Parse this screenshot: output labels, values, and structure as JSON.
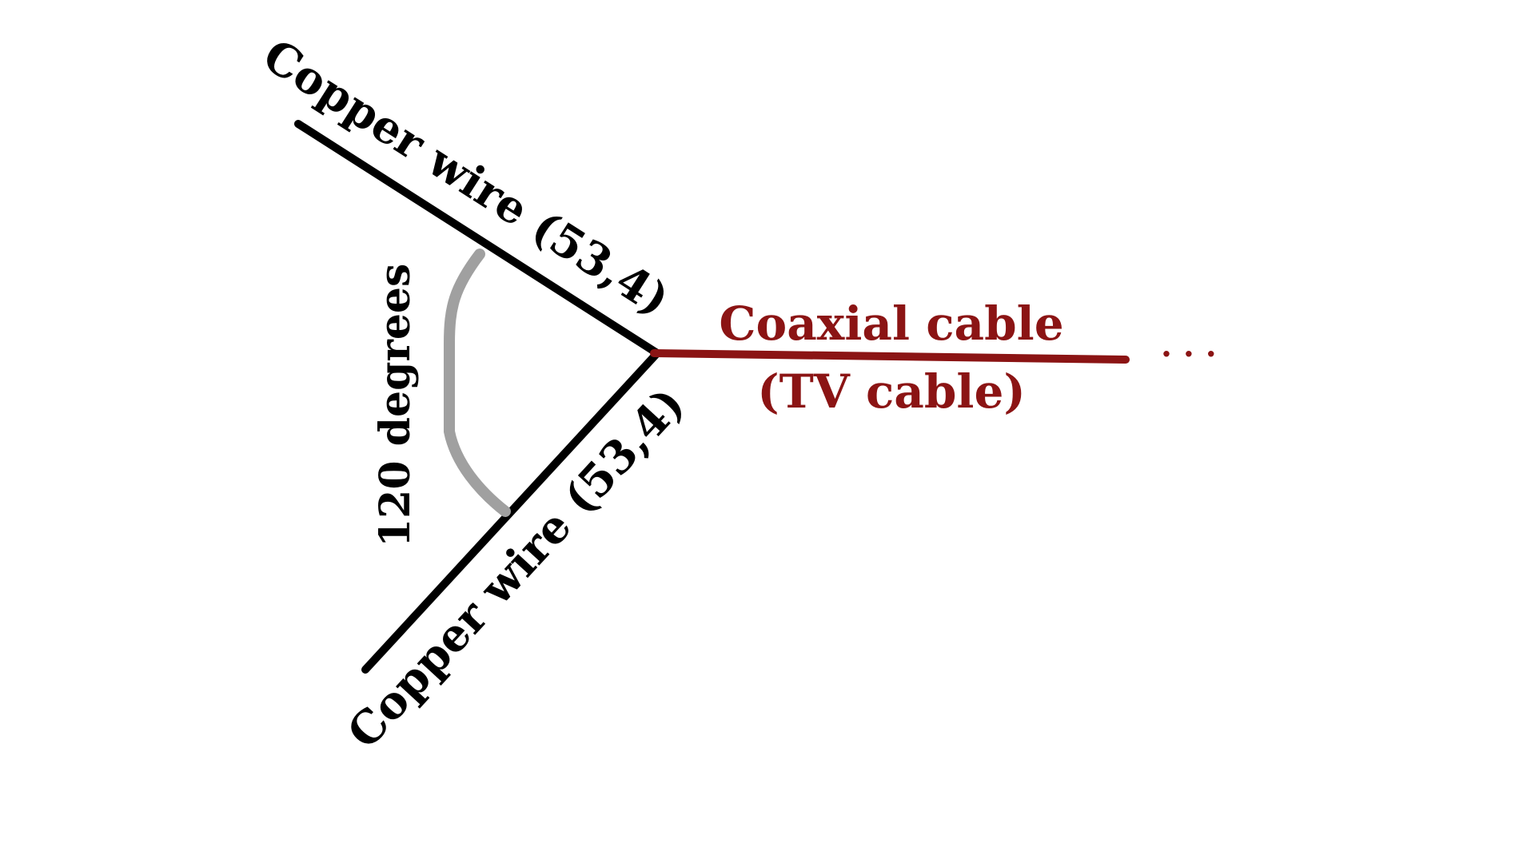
{
  "diagram": {
    "wires": [
      {
        "label": "Copper wire (53,4)",
        "color": "#000000"
      },
      {
        "label": "Copper wire (53,4)",
        "color": "#000000"
      }
    ],
    "cable": {
      "line1": "Coaxial cable",
      "line2": "(TV cable)",
      "color": "#8b1414"
    },
    "angle_label": "120 degrees",
    "angle_arc_color": "#a0a0a0",
    "continuation": "· · ·"
  }
}
